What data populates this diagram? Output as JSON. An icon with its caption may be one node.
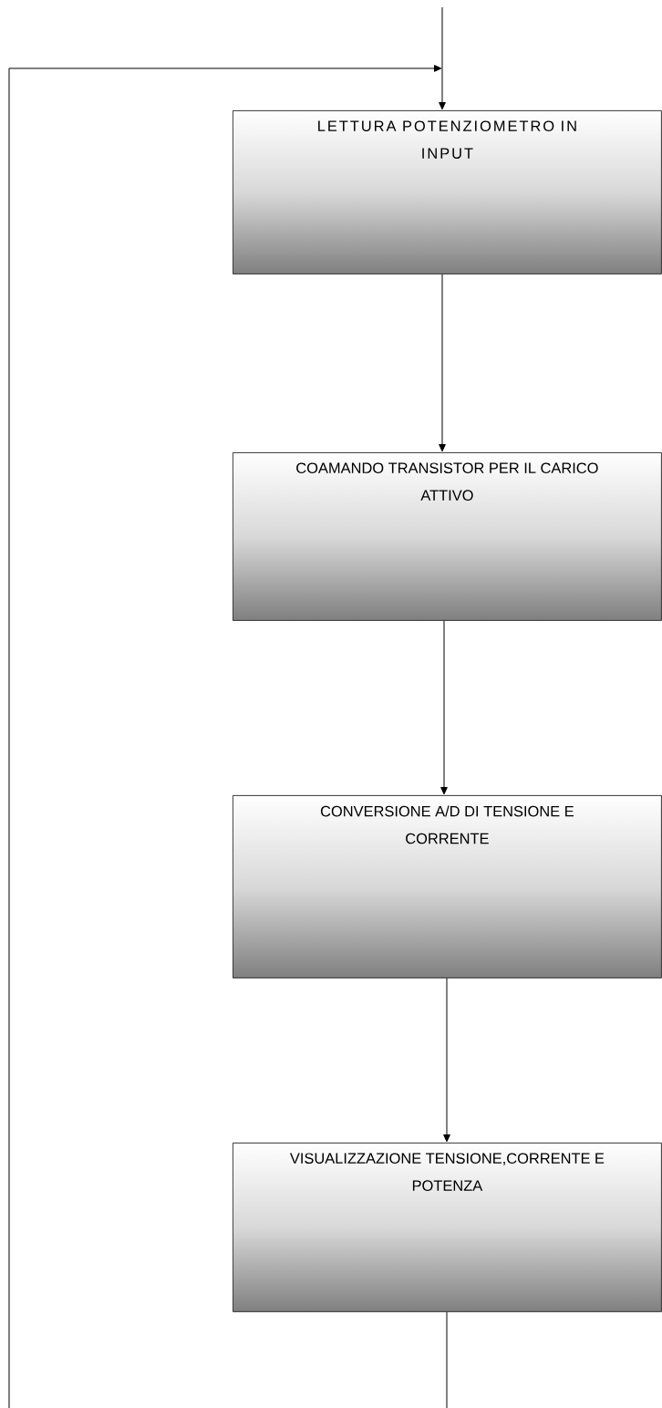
{
  "diagram": {
    "nodes": [
      {
        "text": [
          "LETTURA POTENZIOMETRO IN INPUT"
        ]
      },
      {
        "text": [
          "COAMANDO TRANSISTOR PER IL CARICO ATTIVO"
        ]
      },
      {
        "text": [
          "CONVERSIONE A/D DI TENSIONE E CORRENTE"
        ]
      },
      {
        "text": [
          "VISUALIZZAZIONE TENSIONE,CORRENTE E POTENZA"
        ]
      }
    ],
    "edges": [
      {
        "from": null,
        "to": 0,
        "arrow": "to"
      },
      {
        "from": 0,
        "to": 1,
        "arrow": "to"
      },
      {
        "from": 1,
        "to": 2,
        "arrow": "to"
      },
      {
        "from": 2,
        "to": 3,
        "arrow": "to"
      },
      {
        "from": 3,
        "to": 0,
        "arrow": "to"
      }
    ]
  }
}
